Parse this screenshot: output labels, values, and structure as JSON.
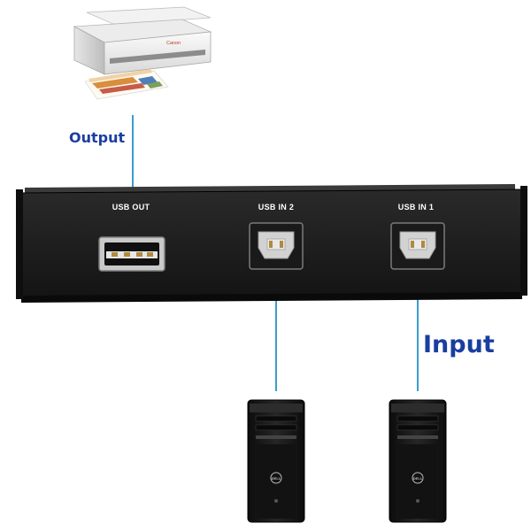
{
  "labels": {
    "output": "Output",
    "input": "Input"
  },
  "ports": {
    "usb_out": "USB OUT",
    "usb_in_2": "USB IN 2",
    "usb_in_1": "USB IN 1"
  },
  "printer": {
    "brand": "Canon"
  },
  "computers": {
    "brand": "DELL"
  },
  "colors": {
    "cable": "#3a9dd0",
    "label_text": "#1a3ea0",
    "switch_body": "#141414",
    "switch_face": "#1e1e1e",
    "port_metal": "#cfcfcf"
  }
}
